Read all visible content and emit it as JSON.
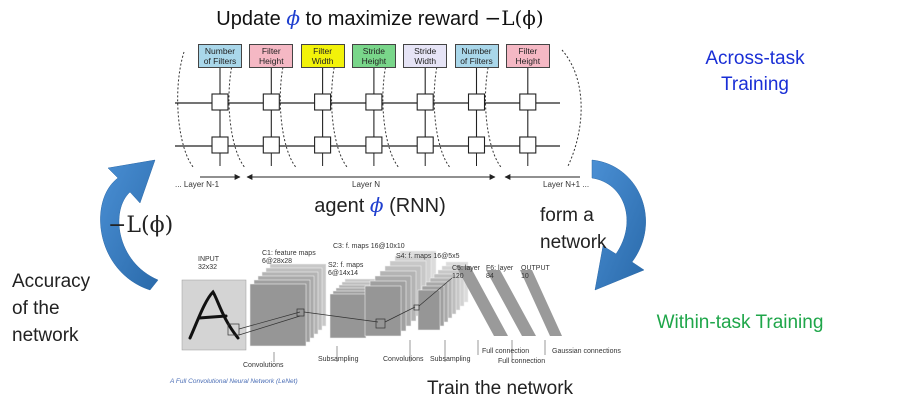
{
  "title": {
    "prefix": "Update ",
    "phi": "ϕ",
    "middle": " to maximize reward ",
    "reward": "−L(ϕ)"
  },
  "labels": {
    "across_task": [
      "Across-task",
      "Training"
    ],
    "within_task": "Within-task Training",
    "agent_prefix": "agent ",
    "agent_phi": "ϕ",
    "agent_suffix": " (RNN)",
    "form_network": [
      "form a",
      "network"
    ],
    "accuracy": [
      "Accuracy",
      "of the",
      "network"
    ],
    "loss": "−L(ϕ)",
    "train": "Train the network"
  },
  "colors": {
    "across": "#1a2fd6",
    "within": "#1fa64a",
    "phi": "#1f3fcf",
    "arrow": "#2d72b8"
  },
  "rnn": {
    "cells": [
      {
        "text": [
          "Number",
          "of Filters"
        ],
        "color": "#a9d7ea"
      },
      {
        "text": [
          "Filter",
          "Height"
        ],
        "color": "#f5b8c4"
      },
      {
        "text": [
          "Filter",
          "Width"
        ],
        "color": "#f2f20a"
      },
      {
        "text": [
          "Stride",
          "Height"
        ],
        "color": "#79d68a"
      },
      {
        "text": [
          "Stride",
          "Width"
        ],
        "color": "#e6e4f6"
      },
      {
        "text": [
          "Number",
          "of Filters"
        ],
        "color": "#a9d7ea"
      },
      {
        "text": [
          "Filter",
          "Height"
        ],
        "color": "#f5b8c4"
      }
    ],
    "layers": [
      "Layer N-1",
      "Layer N",
      "Layer N+1"
    ],
    "ellipsis": "..."
  },
  "lenet": {
    "labels": {
      "input": [
        "INPUT",
        "32x32"
      ],
      "c1": [
        "C1: feature maps",
        "6@28x28"
      ],
      "s2": [
        "S2: f. maps",
        "6@14x14"
      ],
      "c3": "C3: f. maps 16@10x10",
      "s4": "S4: f. maps 16@5x5",
      "c5": [
        "C5: layer",
        "120"
      ],
      "f6": [
        "F6: layer",
        "84"
      ],
      "output": [
        "OUTPUT",
        "10"
      ]
    },
    "ops": [
      "Convolutions",
      "Subsampling",
      "Convolutions",
      "Subsampling",
      "Full connection",
      "Full connection",
      "Gaussian connections"
    ],
    "caption": "A Full Convolutional Neural Network (LeNet)"
  }
}
